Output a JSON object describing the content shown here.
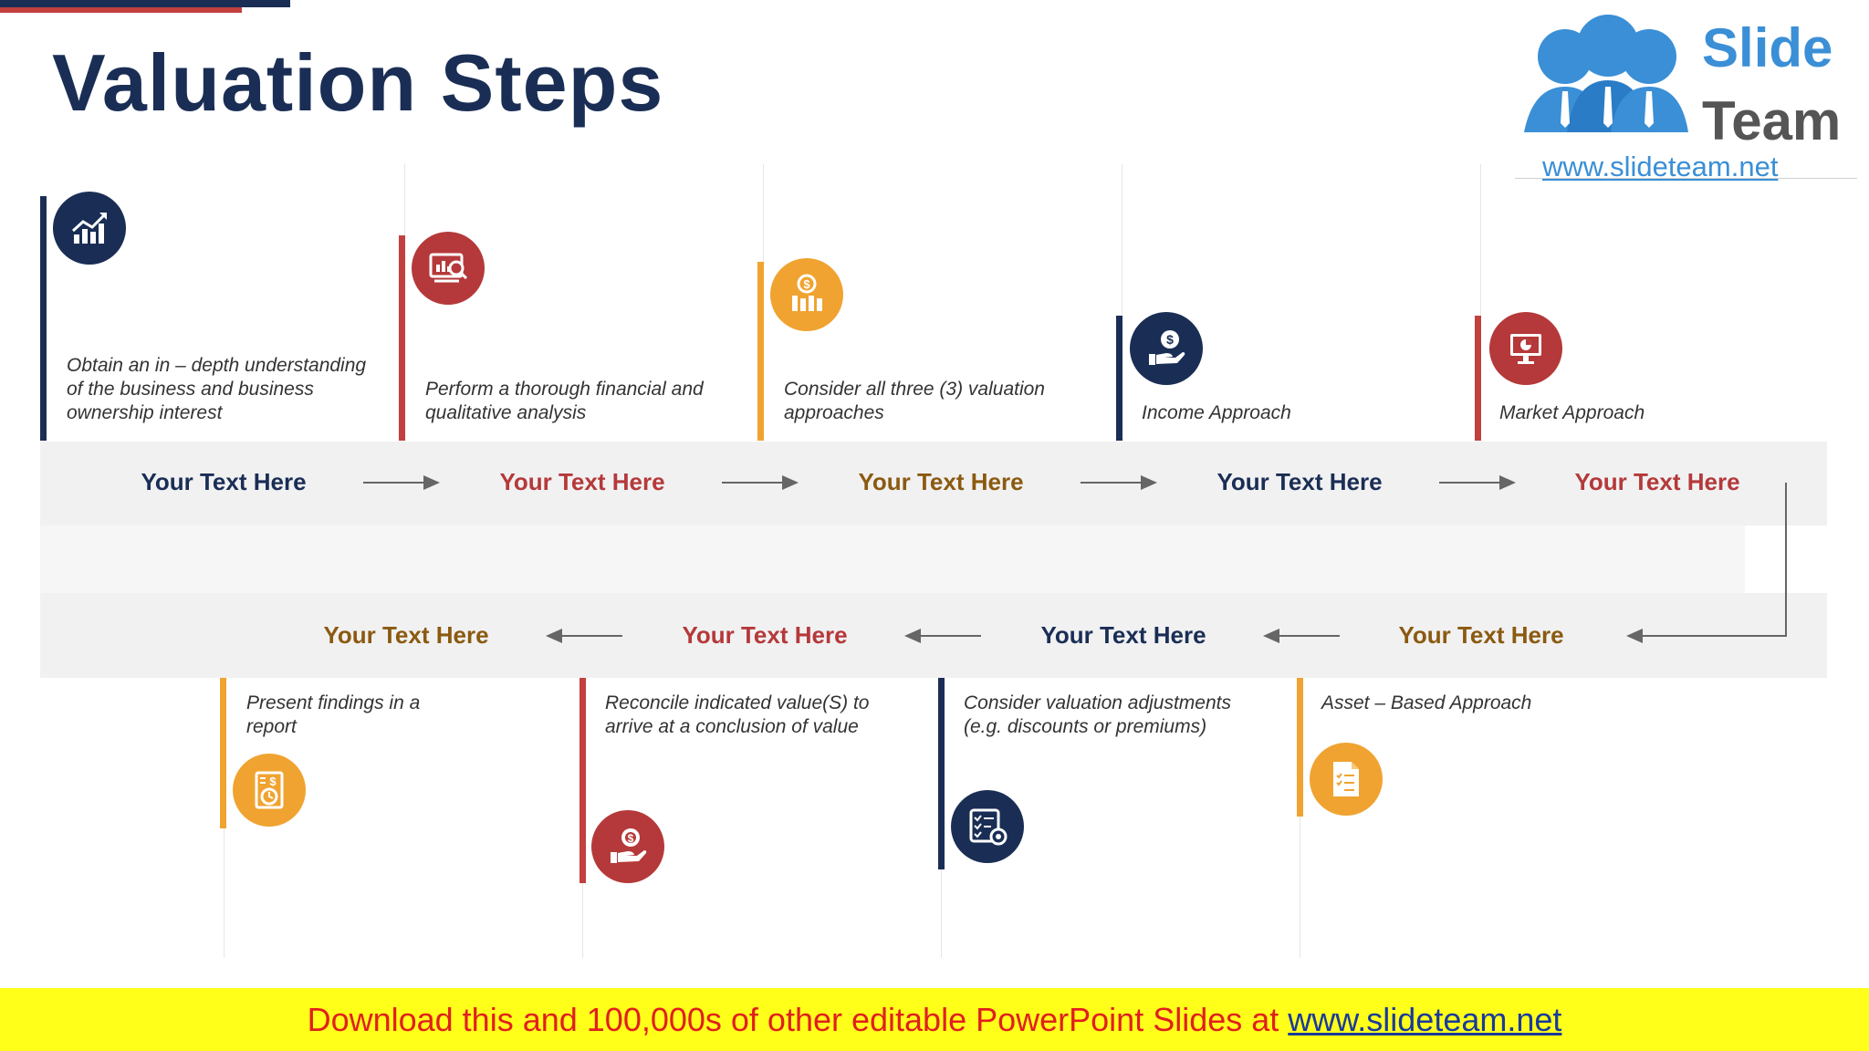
{
  "title": "Valuation Steps",
  "logo": {
    "line1": "Slide",
    "line2": "Team",
    "url": "www.slideteam.net"
  },
  "colors": {
    "navy": "#1a2e55",
    "red": "#c2403f",
    "orange": "#f0a330",
    "band": "#f1f1f2"
  },
  "top_steps": [
    {
      "label": "Your Text Here",
      "description": "Obtain an in – depth understanding of the business and business ownership interest",
      "icon": "chart-growth-icon"
    },
    {
      "label": "Your Text Here",
      "description": "Perform a thorough financial and qualitative analysis",
      "icon": "analysis-screen-icon"
    },
    {
      "label": "Your Text Here",
      "description": "Consider all three (3) valuation approaches",
      "icon": "dollar-bars-icon"
    },
    {
      "label": "Your Text Here",
      "description": "Income Approach",
      "icon": "dollar-hand-icon"
    },
    {
      "label": "Your Text Here",
      "description": "Market Approach",
      "icon": "monitor-pie-icon"
    }
  ],
  "bottom_steps": [
    {
      "label": "Your Text Here",
      "description": "Present findings in a report",
      "icon": "report-clock-icon"
    },
    {
      "label": "Your Text Here",
      "description": "Reconcile indicated value(S) to arrive at a conclusion of value",
      "icon": "dollar-gear-hand-icon"
    },
    {
      "label": "Your Text Here",
      "description": "Consider valuation adjustments (e.g. discounts or premiums)",
      "icon": "checklist-gear-icon"
    },
    {
      "label": "Your Text Here",
      "description": "Asset – Based Approach",
      "icon": "document-list-icon"
    }
  ],
  "footer": {
    "text": "Download this and 100,000s of other editable PowerPoint Slides at ",
    "link": "www.slideteam.net"
  }
}
